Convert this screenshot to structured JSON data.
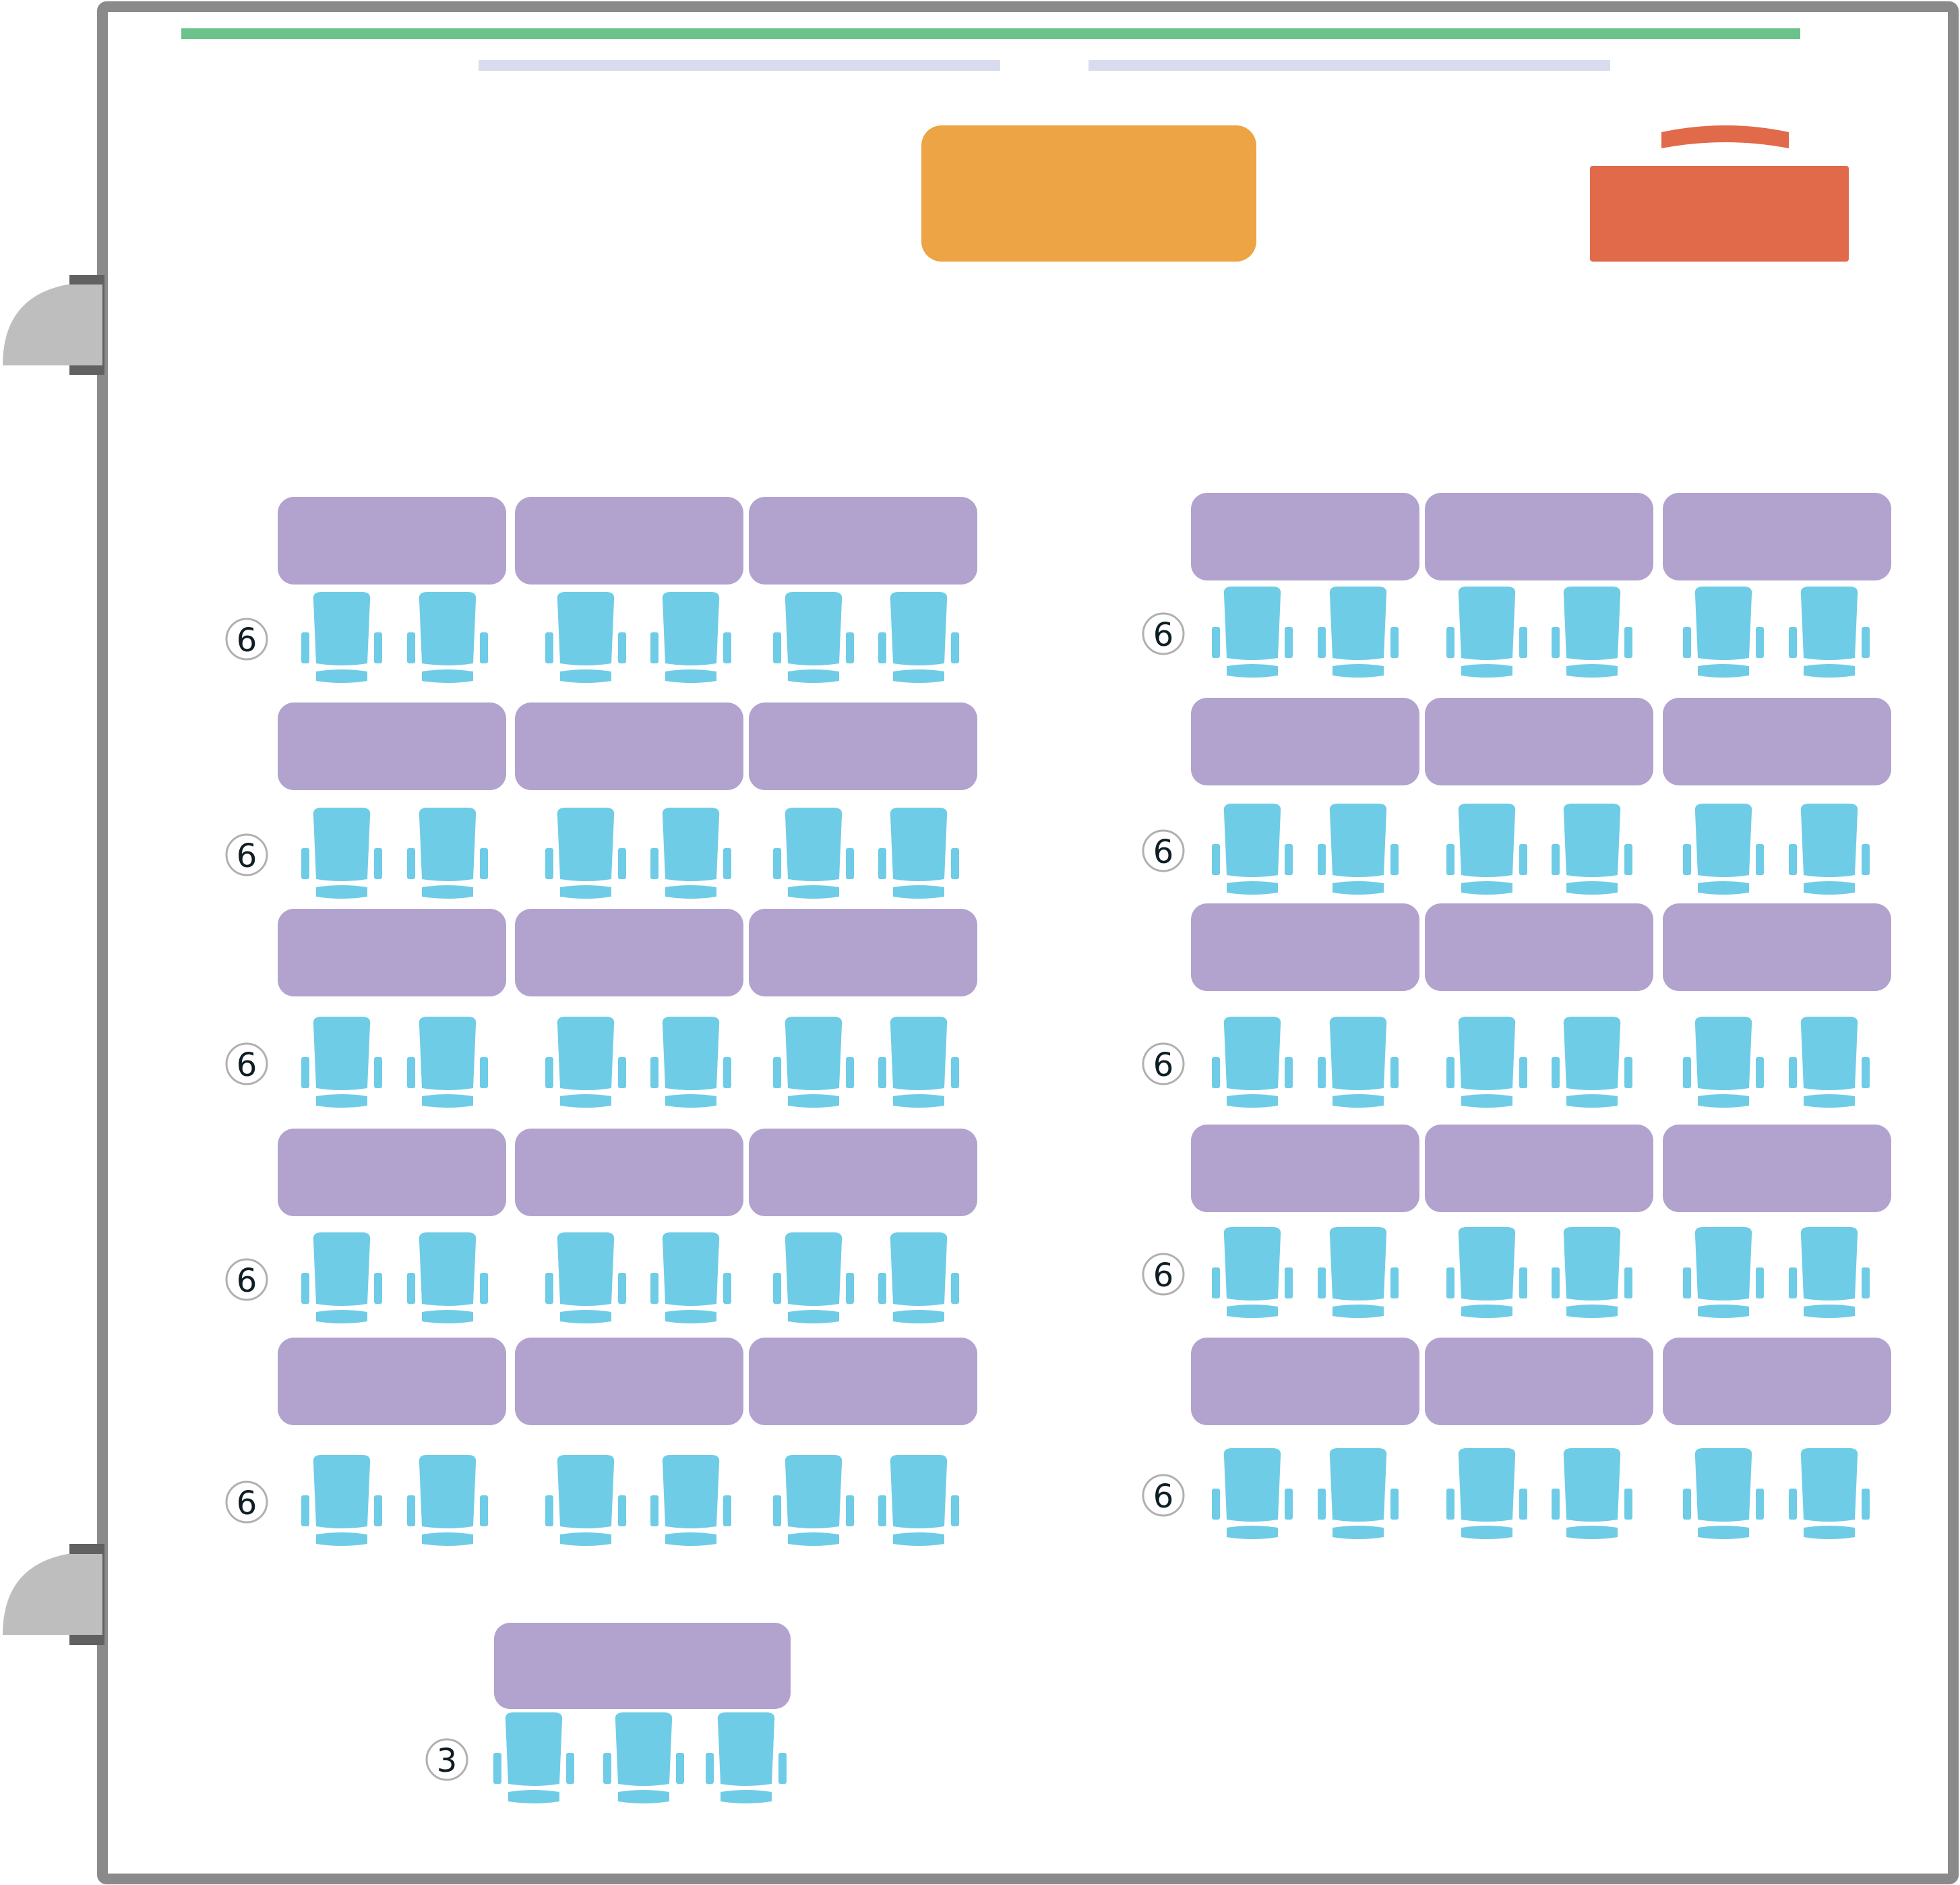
{
  "colors": {
    "wall": "#8a8a8a",
    "door_frame": "#616161",
    "door_leaf": "#bebebe",
    "whiteboard": "#6bc28b",
    "screen": "#d9dcee",
    "presenter_table": "#eda444",
    "lectern": "#e16a4a",
    "student_table": "#b2a3ce",
    "chair": "#6fcce6",
    "badge_stroke": "#b0b0b0",
    "badge_text": "#0f1e24"
  },
  "front": {
    "whiteboard": "whiteboard",
    "screens": [
      "screen-left",
      "screen-right"
    ],
    "presenter_table": "presenter-table",
    "lectern": "lectern"
  },
  "doors": [
    "door-front",
    "door-rear"
  ],
  "sections": [
    {
      "name": "left",
      "rows": [
        {
          "seat_count": "6",
          "tables": 3,
          "chairs": 6
        },
        {
          "seat_count": "6",
          "tables": 3,
          "chairs": 6
        },
        {
          "seat_count": "6",
          "tables": 3,
          "chairs": 6
        },
        {
          "seat_count": "6",
          "tables": 3,
          "chairs": 6
        },
        {
          "seat_count": "6",
          "tables": 3,
          "chairs": 6
        }
      ]
    },
    {
      "name": "right",
      "rows": [
        {
          "seat_count": "6",
          "tables": 3,
          "chairs": 6
        },
        {
          "seat_count": "6",
          "tables": 3,
          "chairs": 6
        },
        {
          "seat_count": "6",
          "tables": 3,
          "chairs": 6
        },
        {
          "seat_count": "6",
          "tables": 3,
          "chairs": 6
        },
        {
          "seat_count": "6",
          "tables": 3,
          "chairs": 6
        }
      ]
    },
    {
      "name": "back",
      "rows": [
        {
          "seat_count": "3",
          "tables": 1,
          "chairs": 3
        }
      ]
    }
  ]
}
